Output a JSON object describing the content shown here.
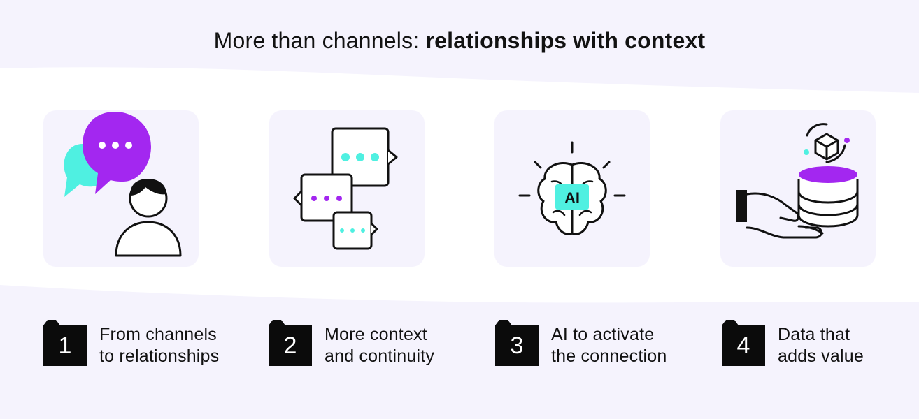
{
  "title": {
    "regular": "More than channels: ",
    "bold": "relationships with context"
  },
  "colors": {
    "background": "#f5f3fd",
    "white_band": "#ffffff",
    "card": "#f5f3fd",
    "purple": "#a327f0",
    "turquoise": "#4ff0e1",
    "black": "#0b0b0b"
  },
  "cards": [
    {
      "icon": "chat-bubbles-person-icon"
    },
    {
      "icon": "multiple-message-bubbles-icon"
    },
    {
      "icon": "ai-brain-icon",
      "badge": "AI"
    },
    {
      "icon": "hand-holding-database-icon"
    }
  ],
  "steps": [
    {
      "number": "1",
      "line1": "From channels",
      "line2": "to relationships"
    },
    {
      "number": "2",
      "line1": "More context",
      "line2": "and continuity"
    },
    {
      "number": "3",
      "line1": "AI to activate",
      "line2": "the connection"
    },
    {
      "number": "4",
      "line1": "Data that",
      "line2": "adds value"
    }
  ]
}
